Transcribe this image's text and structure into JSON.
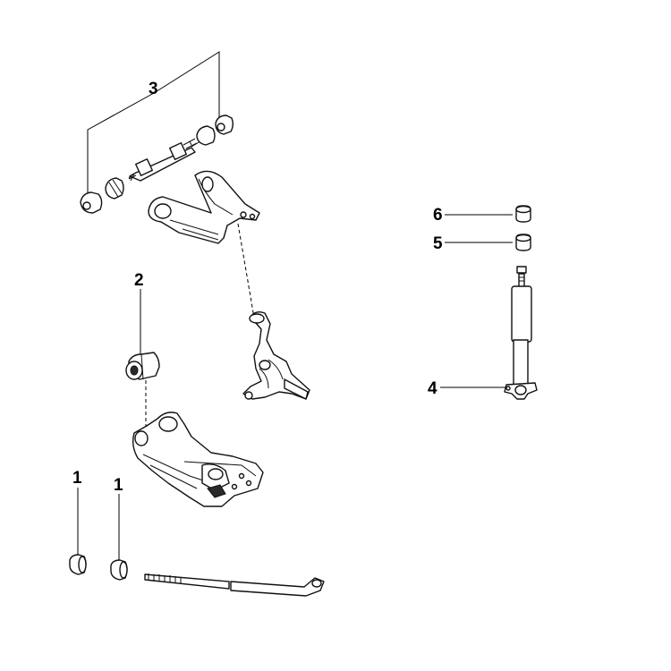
{
  "callouts": {
    "c1a": "1",
    "c1b": "1",
    "c2": "2",
    "c3": "3",
    "c4": "4",
    "c5": "5",
    "c6": "6"
  },
  "colors": {
    "line": "#111111",
    "background": "#ffffff"
  }
}
